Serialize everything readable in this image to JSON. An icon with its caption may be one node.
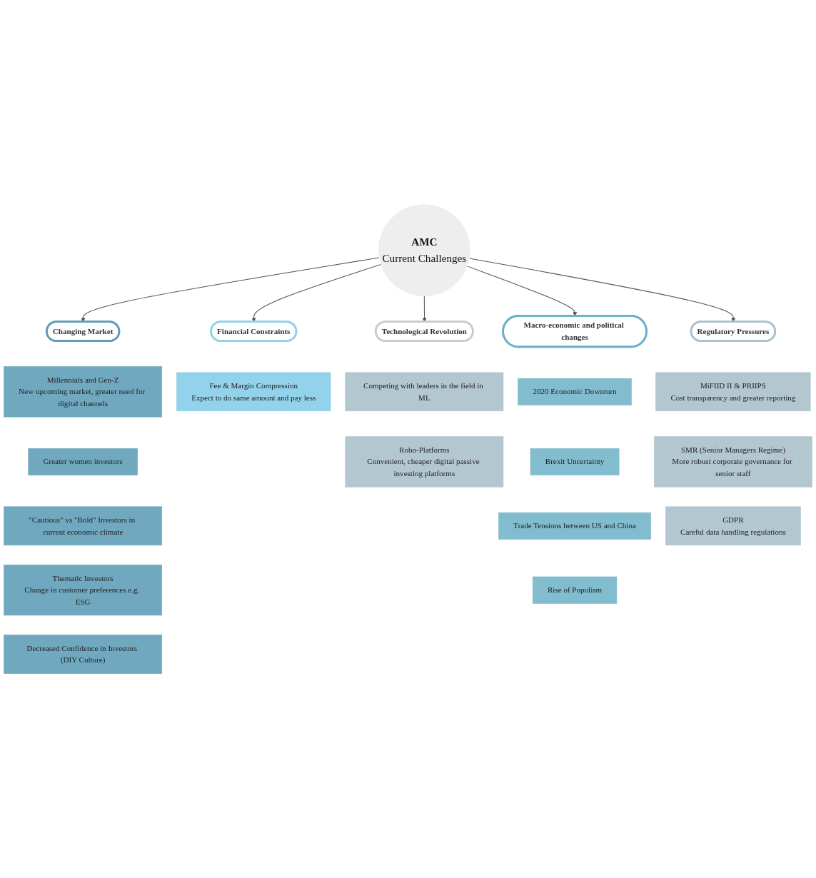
{
  "diagram": {
    "nodes": [
      {
        "text": [
          "Millennials and Gen-Z",
          "New upcoming market, greater need for digital channels"
        ]
      },
      {
        "text": [
          "Fee & Margin Compression",
          "Expect to do same amount and pay less"
        ]
      },
      {
        "text": [
          "Greater women investors"
        ]
      },
      {
        "text": [
          "Competing with leaders in the field in ML"
        ]
      },
      {
        "text": [
          "Financial Constraints"
        ]
      },
      {
        "text": [
          "\"Cautious\" vs \"Bold\" Investors in current economic climate"
        ]
      },
      {
        "text": [
          "Thematic Investors",
          "Change in customer preferences e.g. ESG"
        ]
      },
      {
        "text": [
          "Robo-Platforms",
          "Convenient, cheaper digital passive investing platforms"
        ]
      },
      {
        "text": [
          "Decreased Confidence in Investors (DIY Culture)"
        ]
      },
      {
        "text": [
          "AMC",
          "Current Challenges"
        ]
      },
      {
        "text": [
          "Technological Revolution"
        ]
      },
      {
        "text": [
          "Changing Market"
        ]
      },
      {
        "text": [
          "Regulatory Pressures"
        ]
      },
      {
        "text": [
          "Macro-economic and political changes"
        ]
      },
      {
        "text": [
          "MiFIID II & PRIIPS",
          "Cost transparency and greater reporting"
        ]
      },
      {
        "text": [
          "2020 Economic Downturn"
        ]
      },
      {
        "text": [
          "SMR (Senior Managers Regime)",
          "More robust corporate governance for senior staff"
        ]
      },
      {
        "text": [
          "Brexit Uncertainty"
        ]
      },
      {
        "text": [
          "Trade Tensions between US and China"
        ]
      },
      {
        "text": [
          "GDPR",
          "Careful data handling regulations"
        ]
      },
      {
        "text": [
          "Rise of Populism"
        ]
      }
    ],
    "edges": [
      {
        "from": 9,
        "to": 4,
        "arrow": "to"
      },
      {
        "from": 9,
        "to": 10,
        "arrow": "to"
      },
      {
        "from": 9,
        "to": 11,
        "arrow": "to"
      },
      {
        "from": 9,
        "to": 12,
        "arrow": "to"
      },
      {
        "from": 9,
        "to": 13,
        "arrow": "to"
      }
    ]
  }
}
